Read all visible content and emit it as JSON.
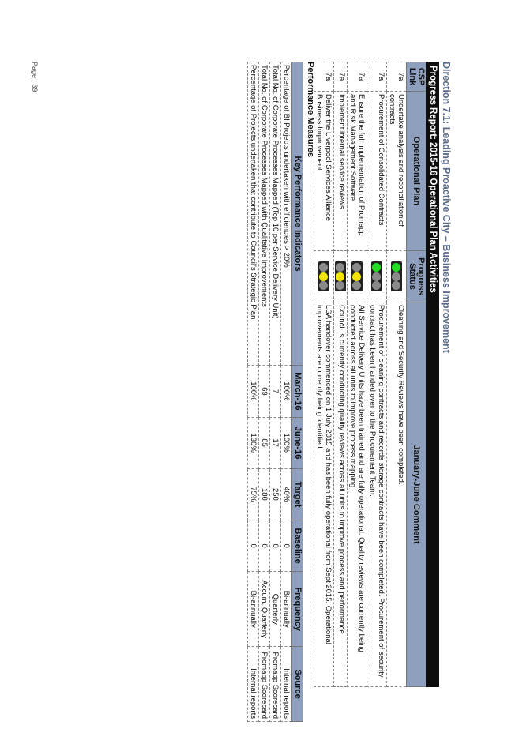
{
  "heading": "Direction 7.1: Leading Proactive City – Business Improvement",
  "progress_table": {
    "title": "Progress Report: 2015-16 Operational Plan Activities",
    "headers": {
      "csp_link": "CSP Link",
      "operational_plan": "Operational Plan",
      "progress_status": "Progress Status",
      "comment": "January-June Comment"
    },
    "rows": [
      {
        "csp_link": "7a",
        "plan": "Undertake analysis and reconciliation of contracts",
        "status": "green",
        "comment": "Cleaning and Security Reviews have been completed."
      },
      {
        "csp_link": "7a",
        "plan": "Procurement of Consolidated Contracts",
        "status": "green",
        "comment": "Procurement of cleaning contracts and records storage contracts have been completed. Procurement of security contract has been handed over to the Procurement Team."
      },
      {
        "csp_link": "7a",
        "plan": "Ensure the full implementation of Promapp and Risk Management Software",
        "status": "amber",
        "comment": "All Service Delivery Units have been trained and are fully operational. Quality reviews are currently being conducted across all units to improve process mapping."
      },
      {
        "csp_link": "7a",
        "plan": "Implement internal service reviews",
        "status": "amber",
        "comment": "Council is currently conducting quality reviews across all units to improve process and performance."
      },
      {
        "csp_link": "7a",
        "plan": "Deliver the Liverpool Services Alliance Business Improvement",
        "status": "amber",
        "comment": "LSA handover commenced on 1 July 2015 and has been fully operational from Sept 2015. Operational improvements are currently being identified."
      }
    ]
  },
  "status_colors": {
    "green": "#22dd22",
    "amber": "#f2e600",
    "off": "#8a8a8a"
  },
  "performance": {
    "title": "Performance Measures",
    "headers": {
      "kpi": "Key Performance Indicators",
      "march": "March-16",
      "june": "June-16",
      "target": "Target",
      "baseline": "Baseline",
      "frequency": "Frequency",
      "source": "Source"
    },
    "rows": [
      {
        "kpi": "Percentage of BI Projects undertaken with efficiencies > 20%",
        "march": "100%",
        "june": "100%",
        "target": "40%",
        "baseline": "0",
        "frequency": "Bi-annually",
        "source": "Internal reports"
      },
      {
        "kpi": "Total No. of Corporate Processes Mapped (Top 10 per Service Delivery Unit)",
        "march": "7",
        "june": "17",
        "target": "250",
        "baseline": "0",
        "frequency": "Quarterly",
        "source": "Promapp Scorecard"
      },
      {
        "kpi": "Total No. of Corporate Processes Mapped with Qualitative Improvements",
        "march": "69",
        "june": "85",
        "target": "180",
        "baseline": "0",
        "frequency": "Accum. Quarterly",
        "source": "Promapp Scorecard"
      },
      {
        "kpi": "Percentage of Projects undertaken that contribute to Council's Strategic Plan",
        "march": "100%",
        "june": "130%",
        "target": "75%",
        "baseline": "0",
        "frequency": "Bi-annually",
        "source": "Internal reports"
      }
    ]
  },
  "page_number": "Page | 39"
}
